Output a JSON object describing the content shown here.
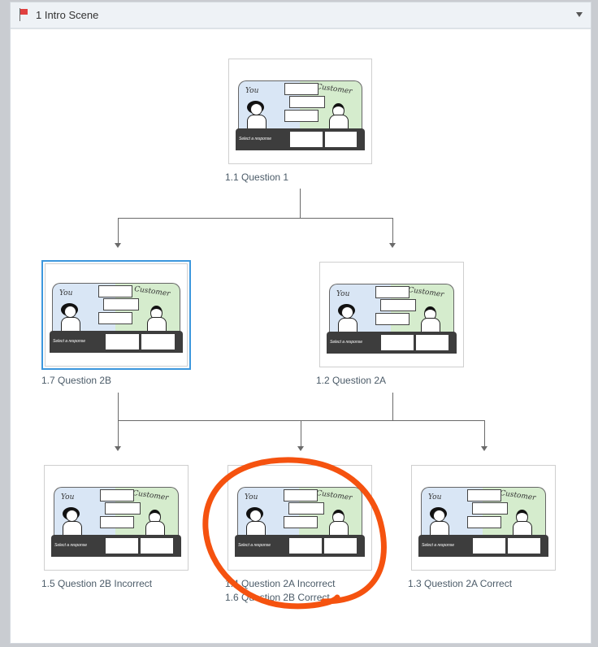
{
  "scene": {
    "title": "1 Intro Scene",
    "flag_color": "#e04040"
  },
  "thumbnail_text": {
    "you": "You",
    "customer": "Customer",
    "select": "Select a response"
  },
  "nodes": [
    {
      "id": "1.1",
      "label": "1.1 Question 1"
    },
    {
      "id": "1.7",
      "label": "1.7 Question 2B",
      "selected": true
    },
    {
      "id": "1.2",
      "label": "1.2 Question 2A"
    },
    {
      "id": "1.5",
      "label": "1.5 Question 2B Incorrect"
    },
    {
      "id": "1.4",
      "label": "1.4 Question 2A Incorrect",
      "overlap_label": "1.6 Question 2B Correct"
    },
    {
      "id": "1.3",
      "label": "1.3 Question 2A Correct"
    }
  ],
  "annotation_color": "#f5520f"
}
